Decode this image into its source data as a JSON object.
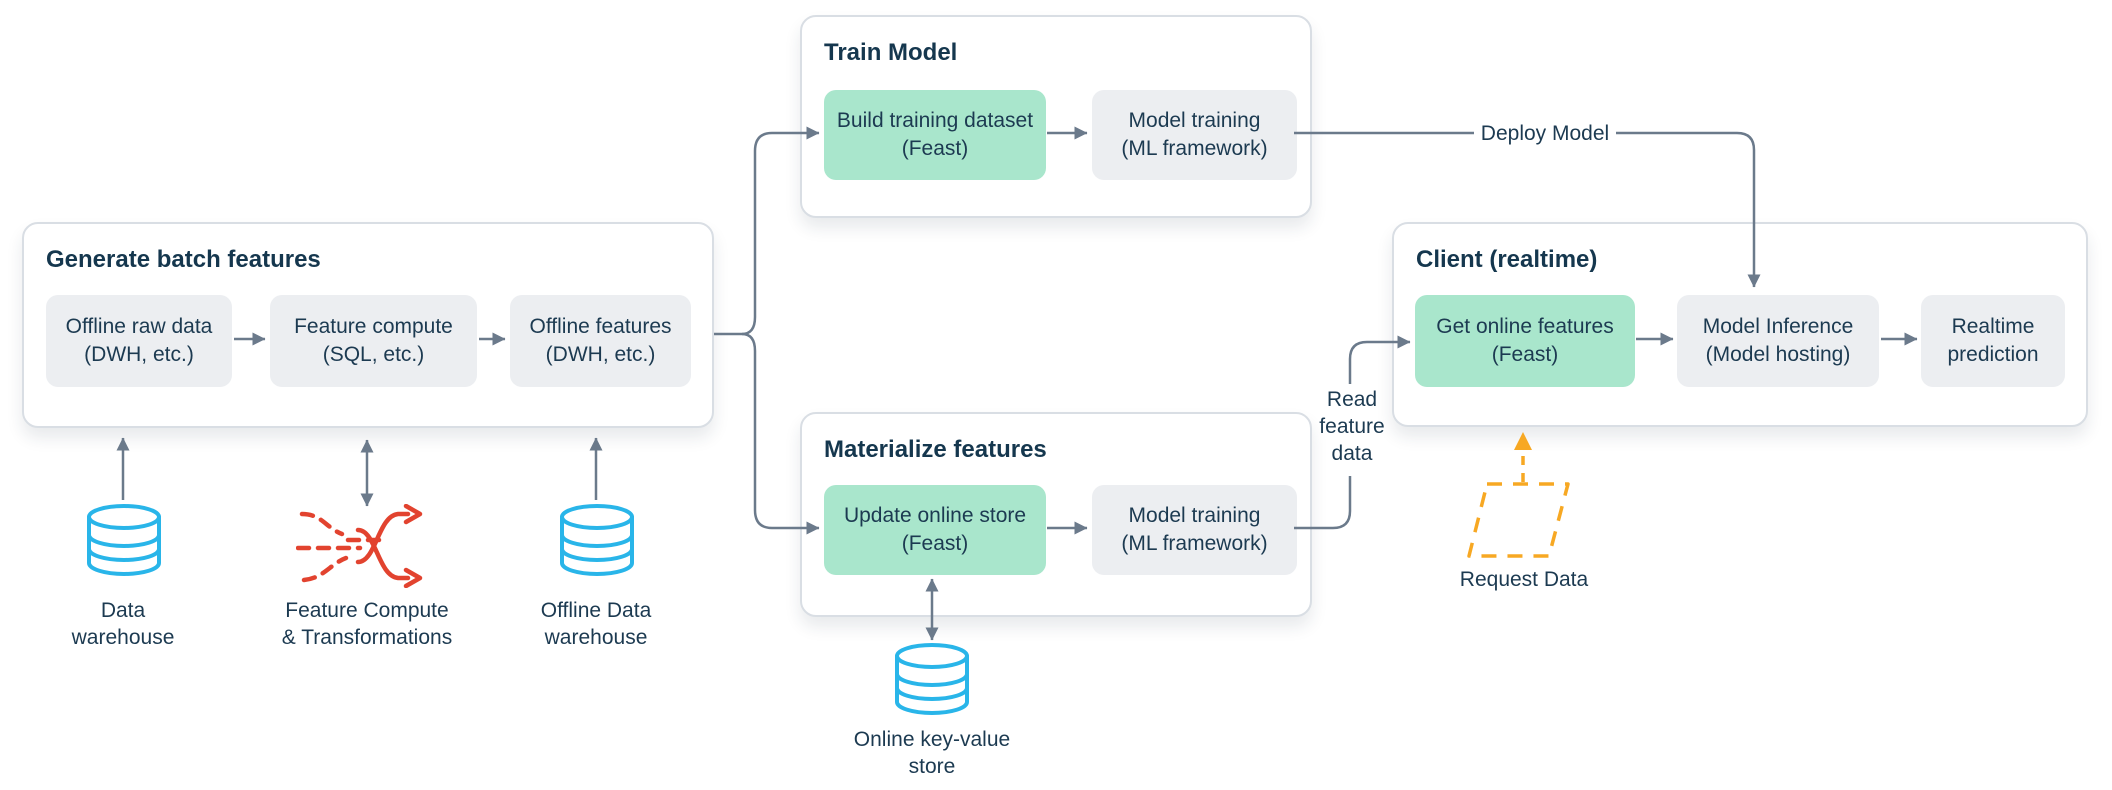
{
  "colors": {
    "feast_green": "#A9E6CC",
    "node_gray": "#ECEEF1",
    "text_navy": "#1C3A51",
    "connector_gray": "#6B7A8B",
    "database_cyan": "#29B5E9",
    "transform_red": "#E2432F",
    "request_orange": "#F7A823",
    "group_border": "#D9DEE4"
  },
  "groups": {
    "generate": {
      "title": "Generate batch features",
      "steps": [
        {
          "label": "Offline raw data\n(DWH, etc.)",
          "highlight": false
        },
        {
          "label": "Feature compute\n(SQL, etc.)",
          "highlight": false
        },
        {
          "label": "Offline features\n(DWH, etc.)",
          "highlight": false
        }
      ]
    },
    "train": {
      "title": "Train Model",
      "steps": [
        {
          "label": "Build training dataset\n(Feast)",
          "highlight": true
        },
        {
          "label": "Model training\n(ML framework)",
          "highlight": false
        }
      ]
    },
    "materialize": {
      "title": "Materialize features",
      "steps": [
        {
          "label": "Update online store\n(Feast)",
          "highlight": true
        },
        {
          "label": "Model training\n(ML framework)",
          "highlight": false
        }
      ]
    },
    "client": {
      "title": "Client (realtime)",
      "steps": [
        {
          "label": "Get online features\n(Feast)",
          "highlight": true
        },
        {
          "label": "Model Inference\n(Model hosting)",
          "highlight": false
        },
        {
          "label": "Realtime\nprediction",
          "highlight": false
        }
      ]
    }
  },
  "external": {
    "data_warehouse": {
      "label": "Data\nwarehouse",
      "icon": "database-cylinder-icon"
    },
    "feature_compute": {
      "label": "Feature Compute\n& Transformations",
      "icon": "transform-shuffle-icon"
    },
    "offline_warehouse": {
      "label": "Offline Data\nwarehouse",
      "icon": "database-cylinder-icon"
    },
    "online_store": {
      "label": "Online key-value\nstore",
      "icon": "database-cylinder-icon"
    },
    "request_data": {
      "label": "Request Data",
      "icon": "parallelogram-dashed-icon"
    }
  },
  "connectors": {
    "deploy_model_label": "Deploy Model",
    "read_feature_label": "Read\nfeature\ndata"
  }
}
